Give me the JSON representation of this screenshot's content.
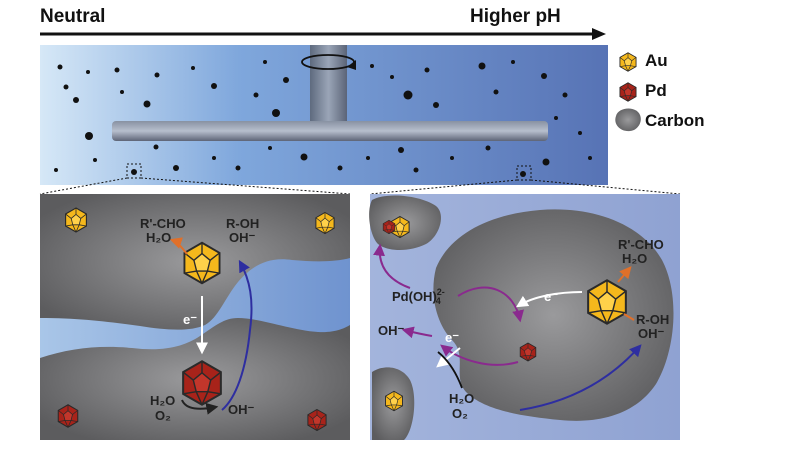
{
  "header": {
    "left": "Neutral",
    "right": "Higher pH"
  },
  "legend": {
    "au": "Au",
    "pd": "Pd",
    "carbon": "Carbon"
  },
  "colors": {
    "au_fill": "#f5b81c",
    "pd_fill": "#a8231a",
    "carbon": "#6e6e70",
    "solution_light": "#c8dcef",
    "solution_dark": "#5a78b8",
    "electron_arrow": "#ffffff",
    "hydroxide_arrow": "#2e2ea0",
    "pd_arrow": "#8a2a8e",
    "product_arrow": "#e0702a"
  },
  "left_panel": {
    "products_1": "R'-CHO",
    "products_2": "H₂O",
    "reactants_1": "R-OH",
    "reactants_2": "OH⁻",
    "electron": "e⁻",
    "o2_1": "H₂O",
    "o2_2": "O₂",
    "hydroxide": "OH⁻"
  },
  "right_panel": {
    "pd_complex": "Pd(OH)",
    "pd_complex_sup": "2-",
    "pd_complex_sub": "4",
    "products_1": "R'-CHO",
    "products_2": "H₂O",
    "reactants_1": "R-OH",
    "reactants_2": "OH⁻",
    "electron_1": "e⁻",
    "electron_2": "e⁻",
    "hydroxide": "OH⁻",
    "o2_1": "H₂O",
    "o2_2": "O₂"
  }
}
